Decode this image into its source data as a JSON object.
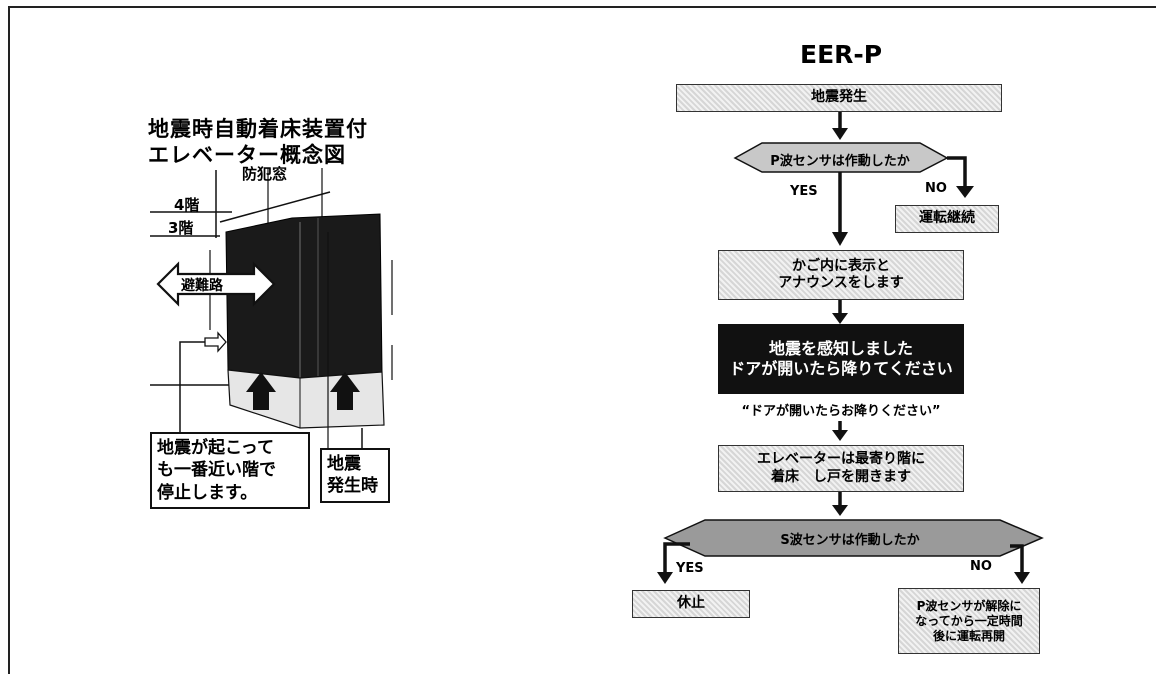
{
  "left_diagram": {
    "title_line1": "地震時自動着床装置付",
    "title_line2": "エレベーター概念図",
    "window_label": "防犯窓",
    "floor4": "4階",
    "floor3": "3階",
    "evac_label": "避難路",
    "callout_stop": [
      "地震が起こって",
      "も一番近い階で",
      "停止します。"
    ],
    "callout_quake": [
      "地震",
      "発生時"
    ]
  },
  "flowchart": {
    "title": "EER-P",
    "start": "地震発生",
    "decision1": "P波センサは作動したか",
    "yes1": "YES",
    "no1": "NO",
    "no1_result": "運転継続",
    "step_announce": [
      "かご内に表示と",
      "アナウンスをします"
    ],
    "step_display": [
      "地震を感知しました",
      "ドアが開いたら降りてください"
    ],
    "display_quote": "“ドアが開いたらお降りください”",
    "step_land": [
      "エレベーターは最寄り階に",
      "着床　し戸を開きます"
    ],
    "decision2": "S波センサは作動したか",
    "yes2": "YES",
    "no2": "NO",
    "yes2_result": "休止",
    "no2_result": [
      "P波センサが解除に",
      "なってから一定時間",
      "後に運転再開"
    ]
  },
  "colors": {
    "ink": "#111111",
    "shade_light": "#f2f2f2",
    "shade_dark": "#d6d6d6",
    "panel": "#1a1a1a"
  }
}
